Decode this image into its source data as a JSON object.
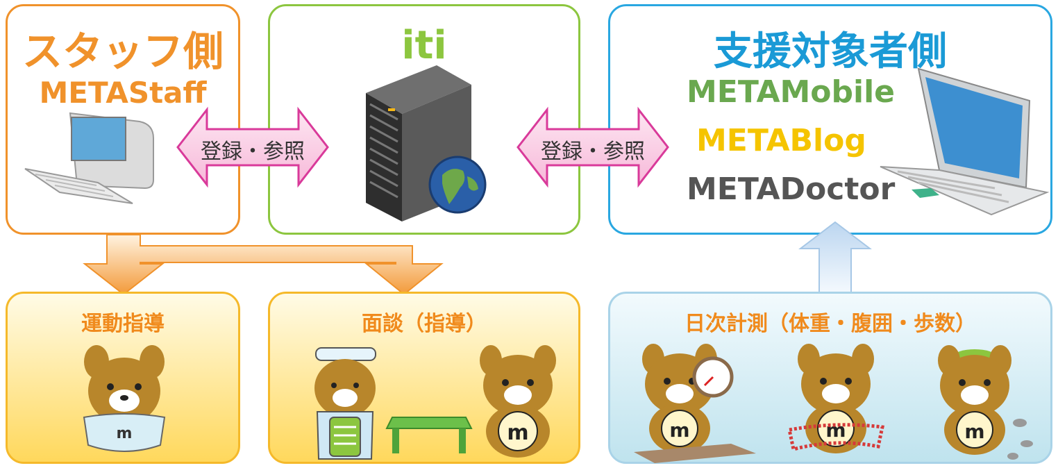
{
  "staff": {
    "title": "スタッフ側",
    "app": "METAStaff"
  },
  "server": {
    "title": "iti"
  },
  "user": {
    "title": "支援対象者側",
    "apps": [
      "METAMobile",
      "METABlog",
      "METADoctor"
    ]
  },
  "arrows": {
    "left_label": "登録・参照",
    "right_label": "登録・参照"
  },
  "activities": {
    "exercise": "運動指導",
    "interview": "面談（指導）",
    "daily": "日次計測（体重・腹囲・歩数）"
  },
  "colors": {
    "staff": "#f0922b",
    "iti": "#8cc63f",
    "user": "#1a9ad6",
    "mobile": "#6aa84f",
    "blog": "#f5c400",
    "doctor": "#555555",
    "mascot": "#b8862b"
  },
  "icons": [
    "desktop-computer-icon",
    "server-rack-icon",
    "globe-icon",
    "laptop-icon",
    "mascot-bear-icon",
    "scale-icon",
    "measuring-tape-icon"
  ]
}
